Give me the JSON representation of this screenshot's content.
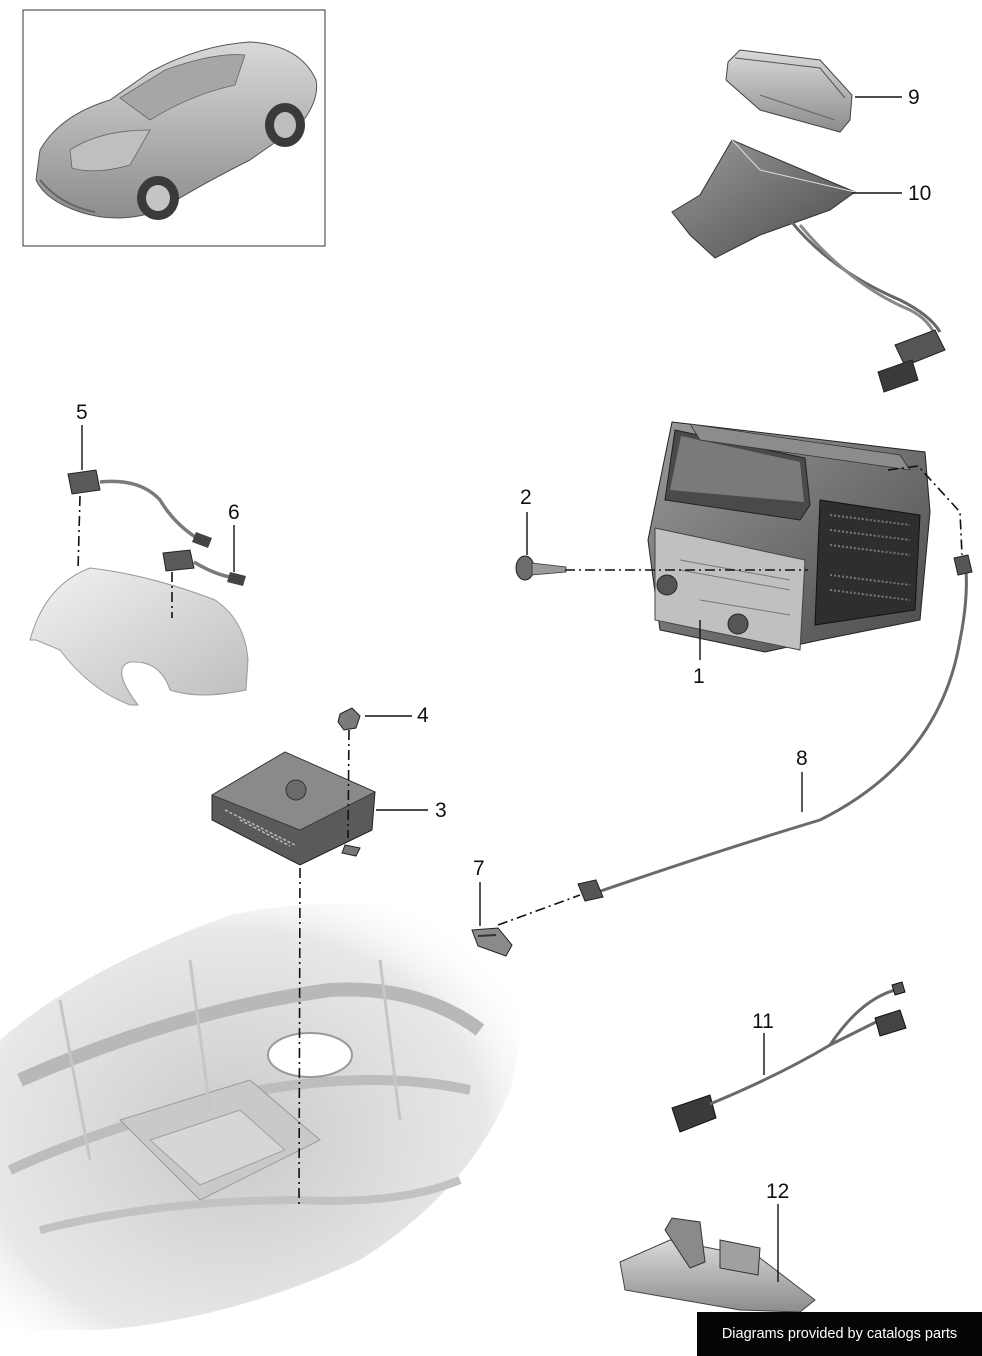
{
  "callouts": {
    "p1": "1",
    "p2": "2",
    "p3": "3",
    "p4": "4",
    "p5": "5",
    "p6": "6",
    "p7": "7",
    "p8": "8",
    "p9": "9",
    "p10": "10",
    "p11": "11",
    "p12": "12"
  },
  "footer": {
    "text": "Diagrams provided by catalogs parts"
  }
}
